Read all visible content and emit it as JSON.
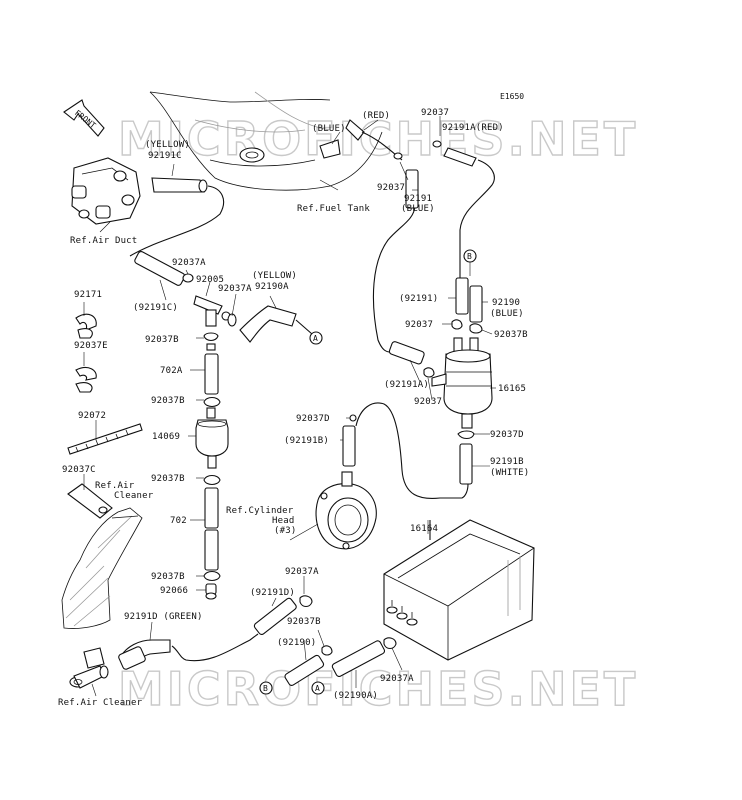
{
  "diagram": {
    "code": "E1650",
    "front_label": "FRONT",
    "watermark": "MICROFICHES.NET",
    "labels": {
      "l92037_top": "92037",
      "l92191A_red": "92191A(RED)",
      "red": "(RED)",
      "blue_tank": "(BLUE)",
      "yellow1": "(YELLOW)",
      "p92191C": "92191C",
      "ref_fuel_tank": "Ref.Fuel Tank",
      "l92037_b": "92037",
      "l92191": "92191",
      "blue2": "(BLUE)",
      "ref_air_duct": "Ref.Air Duct",
      "p92037A_1": "92037A",
      "p92005": "92005",
      "yellow2": "(YELLOW)",
      "p92190A_1": "92190A",
      "p92037A_2": "92037A",
      "p92191C_paren": "(92191C)",
      "p92171": "92171",
      "p92037E": "92037E",
      "p92037B_1": "92037B",
      "p702A": "702A",
      "p92037B_2": "92037B",
      "p14069": "14069",
      "p92072": "92072",
      "p92037C": "92037C",
      "ref_air_cleaner1": "Ref.Air",
      "ref_air_cleaner2": "Cleaner",
      "p92037B_3": "92037B",
      "p702": "702",
      "p92037B_4": "92037B",
      "p92066": "92066",
      "p92191D_green": "92191D (GREEN)",
      "ref_air_cleaner_bottom": "Ref.Air Cleaner",
      "p92191_paren": "(92191)",
      "p92190": "92190",
      "blue3": "(BLUE)",
      "p92037_mid": "92037",
      "p92037B_5": "92037B",
      "p92191A_paren": "(92191A)",
      "p16165": "16165",
      "p92037_low": "92037",
      "p92037D_1": "92037D",
      "p92191B_paren": "(92191B)",
      "p92037D_2": "92037D",
      "p92191B": "92191B",
      "white": "(WHITE)",
      "ref_cyl1": "Ref.Cylinder",
      "ref_cyl2": "Head",
      "ref_cyl3": "(#3)",
      "p16164": "16164",
      "p92037A_3": "92037A",
      "p92191D_paren": "(92191D)",
      "p92037B_6": "92037B",
      "p92190_paren": "(92190)",
      "p92037A_4": "92037A",
      "p92190A_paren": "(92190A)"
    },
    "callouts": {
      "A": "A",
      "B": "B"
    }
  }
}
